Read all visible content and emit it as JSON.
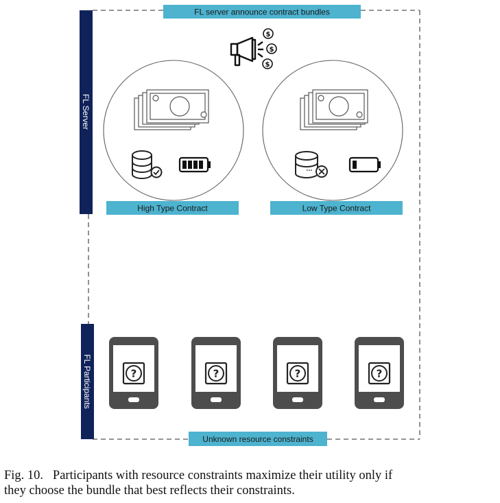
{
  "header": {
    "announce_label": "FL server announce contract bundles"
  },
  "server_bar": {
    "label": "FL Server"
  },
  "participants_bar": {
    "label": "FL Participants"
  },
  "contracts": {
    "high": {
      "label": "High Type Contract"
    },
    "low": {
      "label": "Low Type Contract"
    }
  },
  "footer": {
    "constraints_label": "Unknown resource constraints"
  },
  "participants": {
    "count": 4,
    "icon_glyph": "?"
  },
  "colors": {
    "accent": "#4db3cf",
    "navy": "#10225a",
    "device": "#4d4d4d"
  },
  "icons": [
    "megaphone-icon",
    "dollar-coin-icon",
    "banknotes-icon",
    "database-check-icon",
    "battery-full-icon",
    "database-cross-icon",
    "battery-low-icon",
    "smartphone-icon",
    "question-icon"
  ],
  "caption": {
    "line1": "Fig. 10.   Participants with resource constraints maximize their utility only if",
    "line2": "they choose the bundle that best reflects their constraints."
  }
}
